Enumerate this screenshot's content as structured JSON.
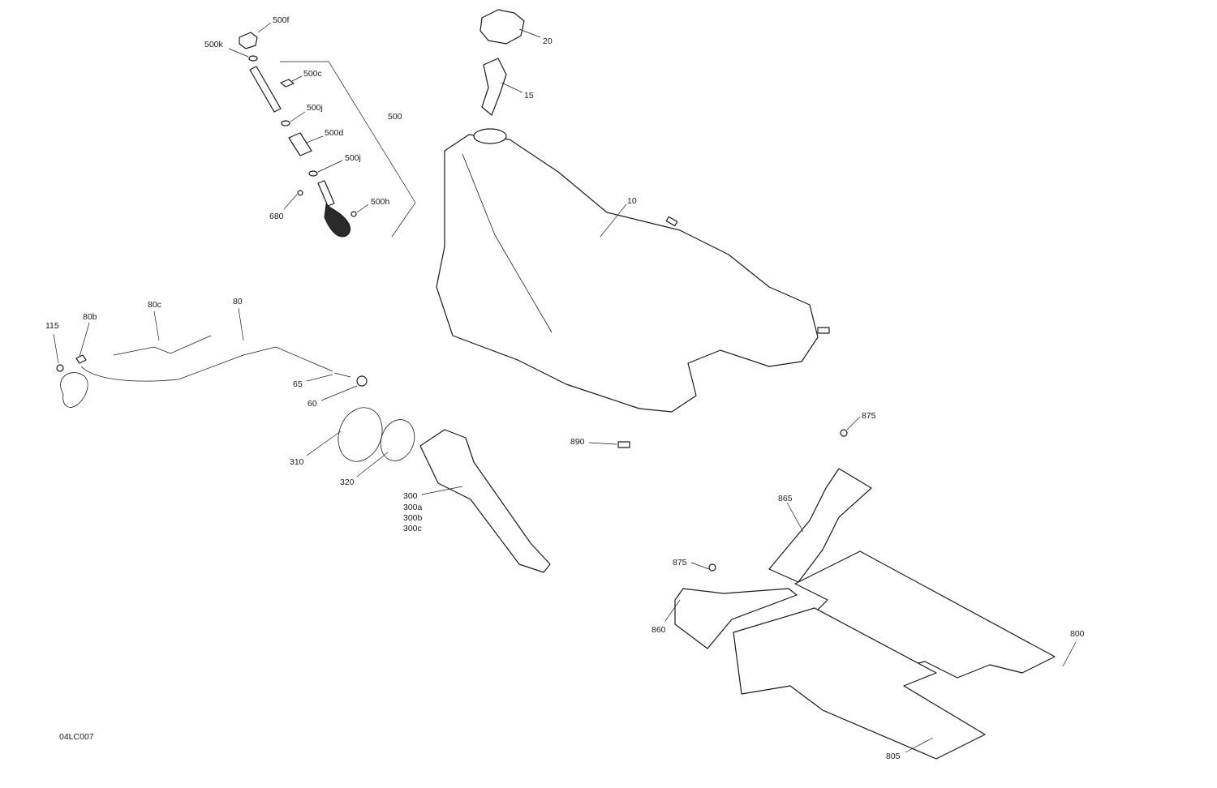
{
  "drawing_ref": "04LC007",
  "callouts": {
    "c_500f": "500f",
    "c_500k": "500k",
    "c_500c": "500c",
    "c_500j_a": "500j",
    "c_500": "500",
    "c_500d": "500d",
    "c_500j_b": "500j",
    "c_680": "680",
    "c_500h": "500h",
    "c_20": "20",
    "c_15": "15",
    "c_10": "10",
    "c_115": "115",
    "c_80b": "80b",
    "c_80c": "80c",
    "c_80": "80",
    "c_65": "65",
    "c_60": "60",
    "c_310": "310",
    "c_320": "320",
    "c_300": "300",
    "c_300a": "300a",
    "c_300b": "300b",
    "c_300c": "300c",
    "c_890": "890",
    "c_875_a": "875",
    "c_865": "865",
    "c_875_b": "875",
    "c_860": "860",
    "c_800": "800",
    "c_805": "805"
  }
}
